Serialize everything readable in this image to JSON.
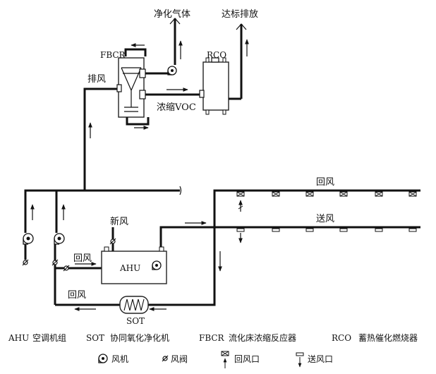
{
  "labels": {
    "clean_gas": "净化气体",
    "compliant_discharge": "达标排放",
    "fbcr": "FBCR",
    "rco": "RCO",
    "exhaust": "排风",
    "concentrated_voc": "浓缩VOC",
    "return_air_top": "回风",
    "supply_air_top": "送风",
    "fresh_air": "新风",
    "return_air_mid": "回风",
    "return_air_bottom": "回风",
    "ahu": "AHU",
    "sot": "SOT"
  },
  "legend": {
    "line1": [
      {
        "abbr": "AHU",
        "desc": "空调机组"
      },
      {
        "abbr": "SOT",
        "desc": "协同氧化净化机"
      },
      {
        "abbr": "FBCR",
        "desc": "流化床浓缩反应器"
      },
      {
        "abbr": "RCO",
        "desc": "蓄热催化燃烧器"
      }
    ],
    "symbols": [
      {
        "icon": "fan-icon",
        "label": "风机"
      },
      {
        "icon": "damper-icon",
        "label": "风阀"
      },
      {
        "icon": "return-vent-icon",
        "label": "回风口"
      },
      {
        "icon": "supply-vent-icon",
        "label": "送风口"
      }
    ]
  }
}
